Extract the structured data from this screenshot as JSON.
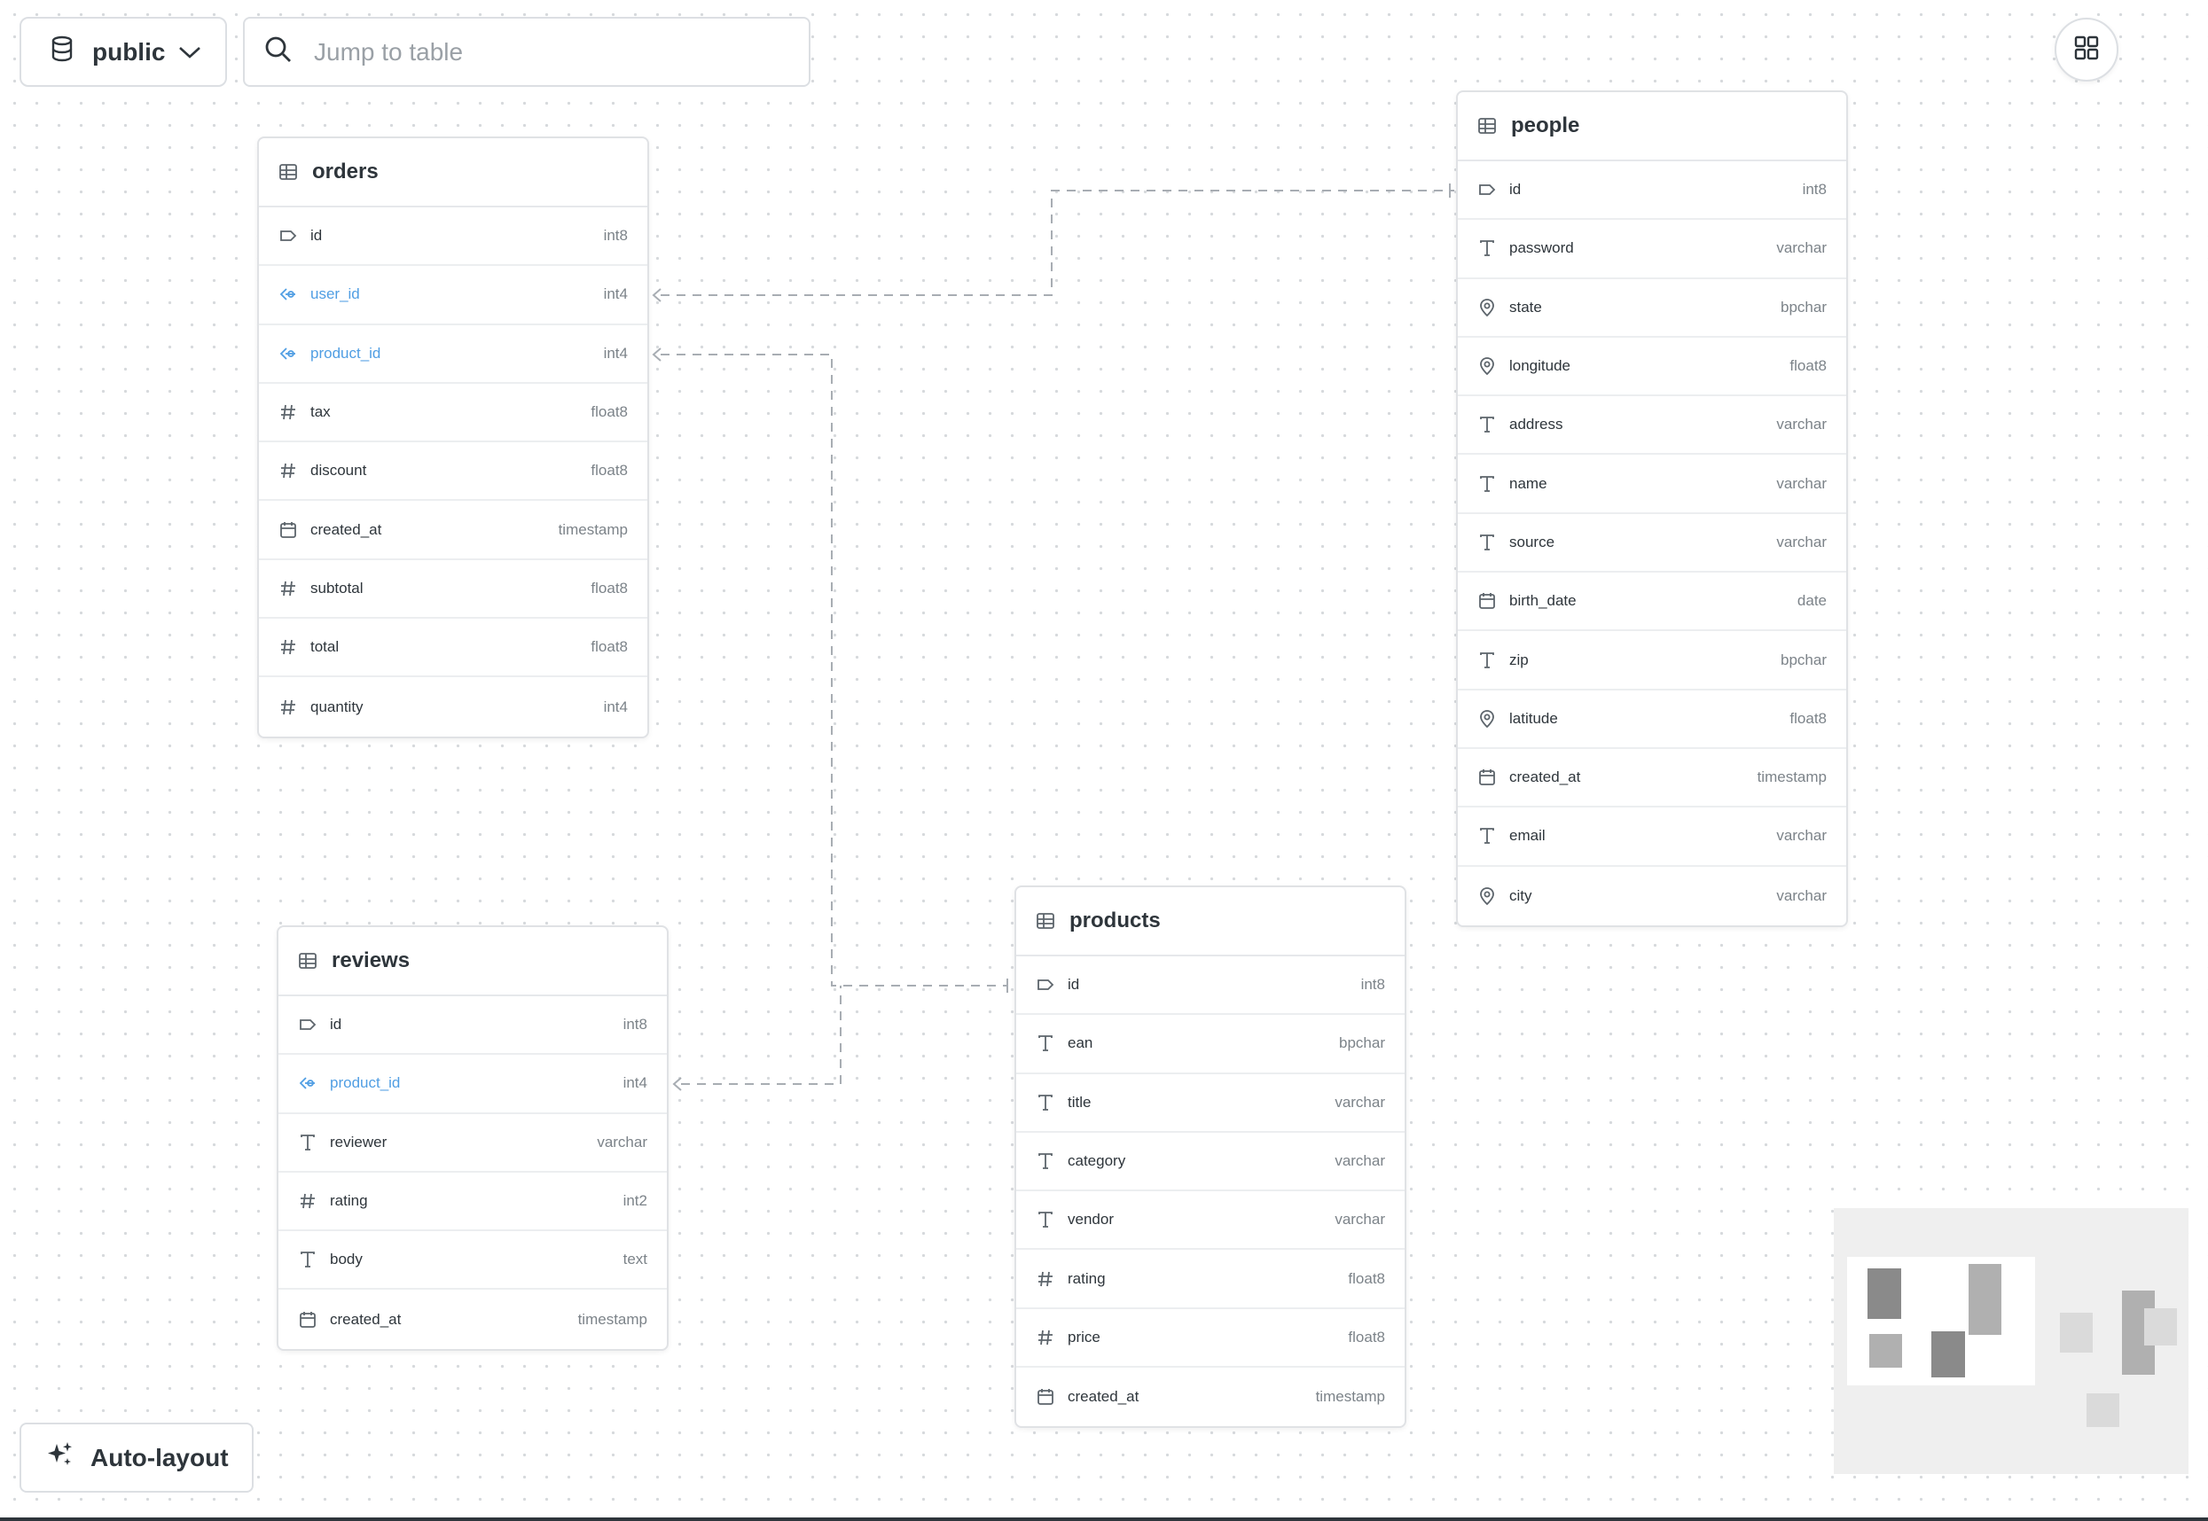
{
  "toolbar": {
    "schema_label": "public",
    "search_placeholder": "Jump to table",
    "auto_layout_label": "Auto-layout"
  },
  "colors": {
    "foreign_key": "#509ee3",
    "text": "#2e353b",
    "muted": "#7c8389",
    "edge": "#a8adb3"
  },
  "tables": {
    "orders": {
      "name": "orders",
      "fields": [
        {
          "name": "id",
          "type": "int8",
          "icon": "primary-key-icon"
        },
        {
          "name": "user_id",
          "type": "int4",
          "icon": "foreign-key-icon",
          "fk": true
        },
        {
          "name": "product_id",
          "type": "int4",
          "icon": "foreign-key-icon",
          "fk": true
        },
        {
          "name": "tax",
          "type": "float8",
          "icon": "number-icon"
        },
        {
          "name": "discount",
          "type": "float8",
          "icon": "number-icon"
        },
        {
          "name": "created_at",
          "type": "timestamp",
          "icon": "calendar-icon"
        },
        {
          "name": "subtotal",
          "type": "float8",
          "icon": "number-icon"
        },
        {
          "name": "total",
          "type": "float8",
          "icon": "number-icon"
        },
        {
          "name": "quantity",
          "type": "int4",
          "icon": "number-icon"
        }
      ]
    },
    "people": {
      "name": "people",
      "fields": [
        {
          "name": "id",
          "type": "int8",
          "icon": "primary-key-icon"
        },
        {
          "name": "password",
          "type": "varchar",
          "icon": "text-icon"
        },
        {
          "name": "state",
          "type": "bpchar",
          "icon": "location-pin-icon"
        },
        {
          "name": "longitude",
          "type": "float8",
          "icon": "location-pin-icon"
        },
        {
          "name": "address",
          "type": "varchar",
          "icon": "text-icon"
        },
        {
          "name": "name",
          "type": "varchar",
          "icon": "text-icon"
        },
        {
          "name": "source",
          "type": "varchar",
          "icon": "text-icon"
        },
        {
          "name": "birth_date",
          "type": "date",
          "icon": "calendar-icon"
        },
        {
          "name": "zip",
          "type": "bpchar",
          "icon": "text-icon"
        },
        {
          "name": "latitude",
          "type": "float8",
          "icon": "location-pin-icon"
        },
        {
          "name": "created_at",
          "type": "timestamp",
          "icon": "calendar-icon"
        },
        {
          "name": "email",
          "type": "varchar",
          "icon": "text-icon"
        },
        {
          "name": "city",
          "type": "varchar",
          "icon": "location-pin-icon"
        }
      ]
    },
    "reviews": {
      "name": "reviews",
      "fields": [
        {
          "name": "id",
          "type": "int8",
          "icon": "primary-key-icon"
        },
        {
          "name": "product_id",
          "type": "int4",
          "icon": "foreign-key-icon",
          "fk": true
        },
        {
          "name": "reviewer",
          "type": "varchar",
          "icon": "text-icon"
        },
        {
          "name": "rating",
          "type": "int2",
          "icon": "number-icon"
        },
        {
          "name": "body",
          "type": "text",
          "icon": "text-icon"
        },
        {
          "name": "created_at",
          "type": "timestamp",
          "icon": "calendar-icon"
        }
      ]
    },
    "products": {
      "name": "products",
      "fields": [
        {
          "name": "id",
          "type": "int8",
          "icon": "primary-key-icon"
        },
        {
          "name": "ean",
          "type": "bpchar",
          "icon": "text-icon"
        },
        {
          "name": "title",
          "type": "varchar",
          "icon": "text-icon"
        },
        {
          "name": "category",
          "type": "varchar",
          "icon": "text-icon"
        },
        {
          "name": "vendor",
          "type": "varchar",
          "icon": "text-icon"
        },
        {
          "name": "rating",
          "type": "float8",
          "icon": "number-icon"
        },
        {
          "name": "price",
          "type": "float8",
          "icon": "number-icon"
        },
        {
          "name": "created_at",
          "type": "timestamp",
          "icon": "calendar-icon"
        }
      ]
    }
  }
}
